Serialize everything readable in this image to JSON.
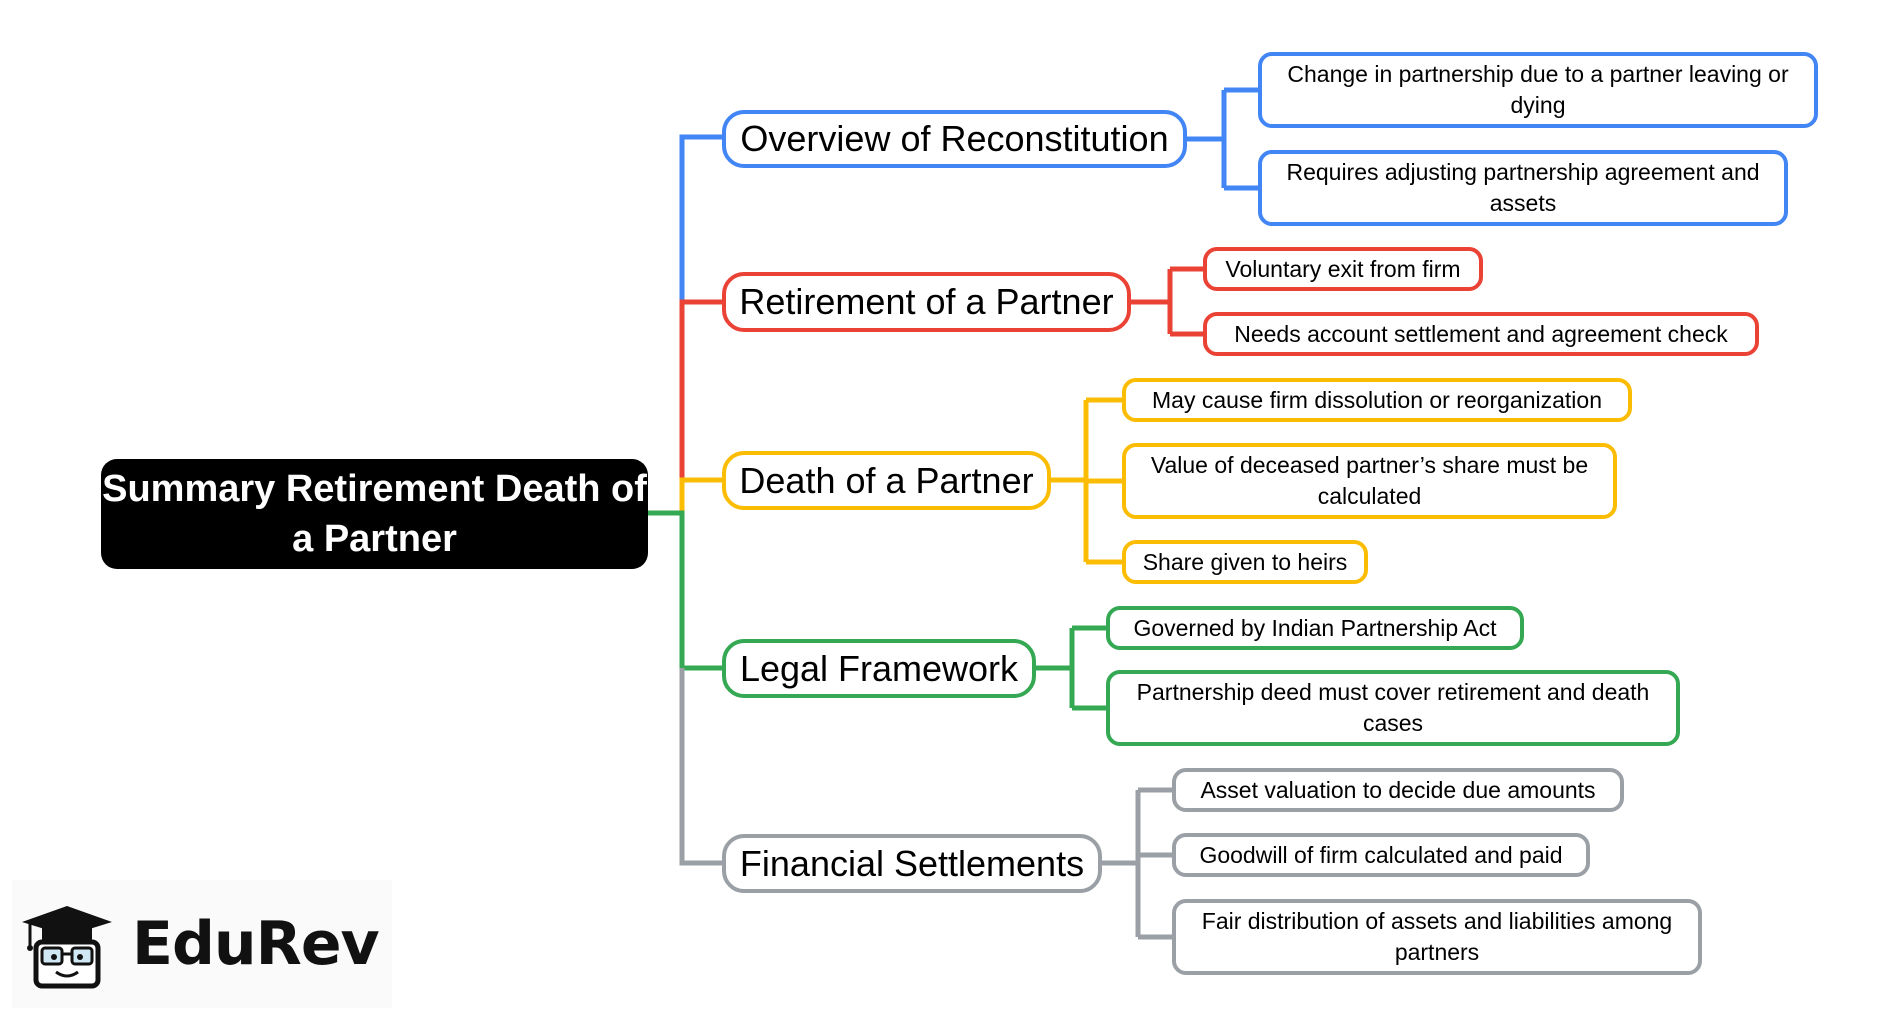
{
  "root": {
    "label": "Summary Retirement Death of a Partner"
  },
  "colors": {
    "blue": "#4285f4",
    "red": "#ea4335",
    "yellow": "#fbbc04",
    "green": "#34a853",
    "gray": "#9aa0a6"
  },
  "branches": [
    {
      "label": "Overview of Reconstitution",
      "children": [
        {
          "label": "Change in partnership due to a partner leaving or dying"
        },
        {
          "label": "Requires adjusting partnership agreement and assets"
        }
      ]
    },
    {
      "label": "Retirement of a Partner",
      "children": [
        {
          "label": "Voluntary exit from firm"
        },
        {
          "label": "Needs account settlement and agreement check"
        }
      ]
    },
    {
      "label": "Death of a Partner",
      "children": [
        {
          "label": "May cause firm dissolution or reorganization"
        },
        {
          "label": "Value of deceased partner’s share must be calculated"
        },
        {
          "label": "Share given to heirs"
        }
      ]
    },
    {
      "label": "Legal Framework",
      "children": [
        {
          "label": "Governed by Indian Partnership Act"
        },
        {
          "label": "Partnership deed must cover retirement and death cases"
        }
      ]
    },
    {
      "label": "Financial Settlements",
      "children": [
        {
          "label": "Asset valuation to decide due amounts"
        },
        {
          "label": "Goodwill of firm calculated and paid"
        },
        {
          "label": "Fair distribution of assets and liabilities among partners"
        }
      ]
    }
  ],
  "logo": {
    "text": "EduRev",
    "icon": "graduation-cap-student-icon"
  }
}
